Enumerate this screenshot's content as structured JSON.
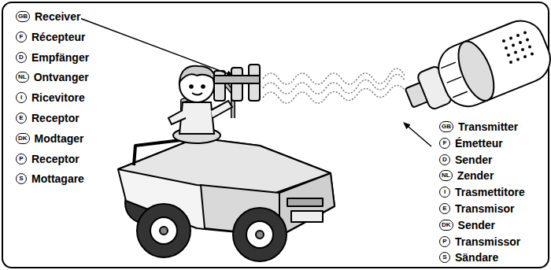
{
  "diagram": {
    "labels": [
      "GB",
      "Receiver",
      "F",
      "Récepteur",
      "D",
      "Empfänger",
      "NL",
      "Ontvanger",
      "I",
      "Ricevitore",
      "E",
      "Receptor",
      "DK",
      "Modtager",
      "P",
      "Receptor",
      "S",
      "Mottagare",
      "GB",
      "Transmitter",
      "F",
      "Émetteur",
      "D",
      "Sender",
      "NL",
      "Zender",
      "I",
      "Trasmettitore",
      "E",
      "Transmisor",
      "DK",
      "Sender",
      "P",
      "Transmissor",
      "S",
      "Sändare"
    ]
  }
}
